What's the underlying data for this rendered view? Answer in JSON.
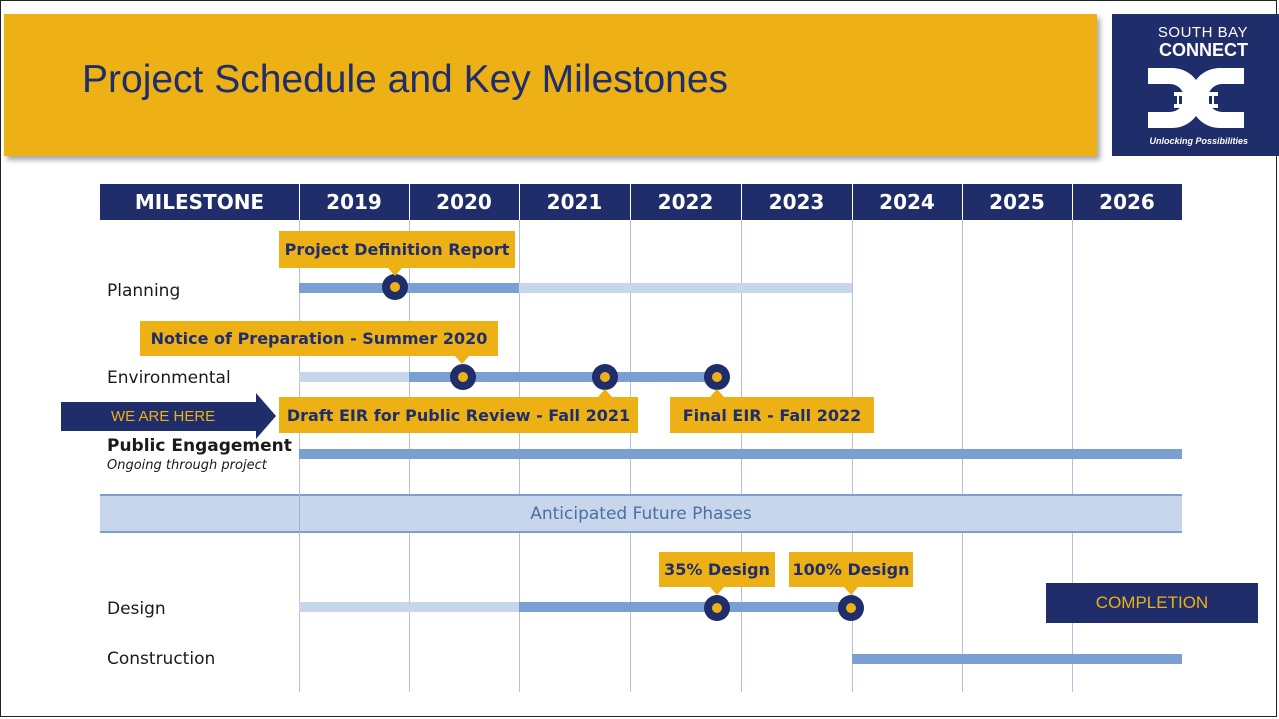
{
  "slide": {
    "title": "Project Schedule and Key Milestones"
  },
  "logo": {
    "line1": "SOUTH BAY",
    "line2": "CONNECT",
    "tagline": "Unlocking Possibilities"
  },
  "table": {
    "header_label": "MILESTONE",
    "years": [
      "2019",
      "2020",
      "2021",
      "2022",
      "2023",
      "2024",
      "2025",
      "2026"
    ]
  },
  "rows": {
    "planning": "Planning",
    "environmental": "Environmental",
    "public_engagement": "Public Engagement",
    "public_engagement_sub": "Ongoing through project",
    "design": "Design",
    "construction": "Construction"
  },
  "callouts": {
    "project_definition": "Project Definition Report",
    "notice_of_preparation": "Notice of Preparation - Summer 2020",
    "draft_eir": "Draft EIR for Public Review - Fall 2021",
    "final_eir": "Final EIR - Fall 2022",
    "design_35": "35% Design",
    "design_100": "100% Design"
  },
  "future_phases": "Anticipated Future Phases",
  "we_are_here": "WE ARE HERE",
  "completion": "COMPLETION",
  "colors": {
    "navy": "#1f2d6b",
    "gold": "#eeb115",
    "bar_active": "#7a9fd3",
    "bar_planned": "#c8d6ec"
  }
}
